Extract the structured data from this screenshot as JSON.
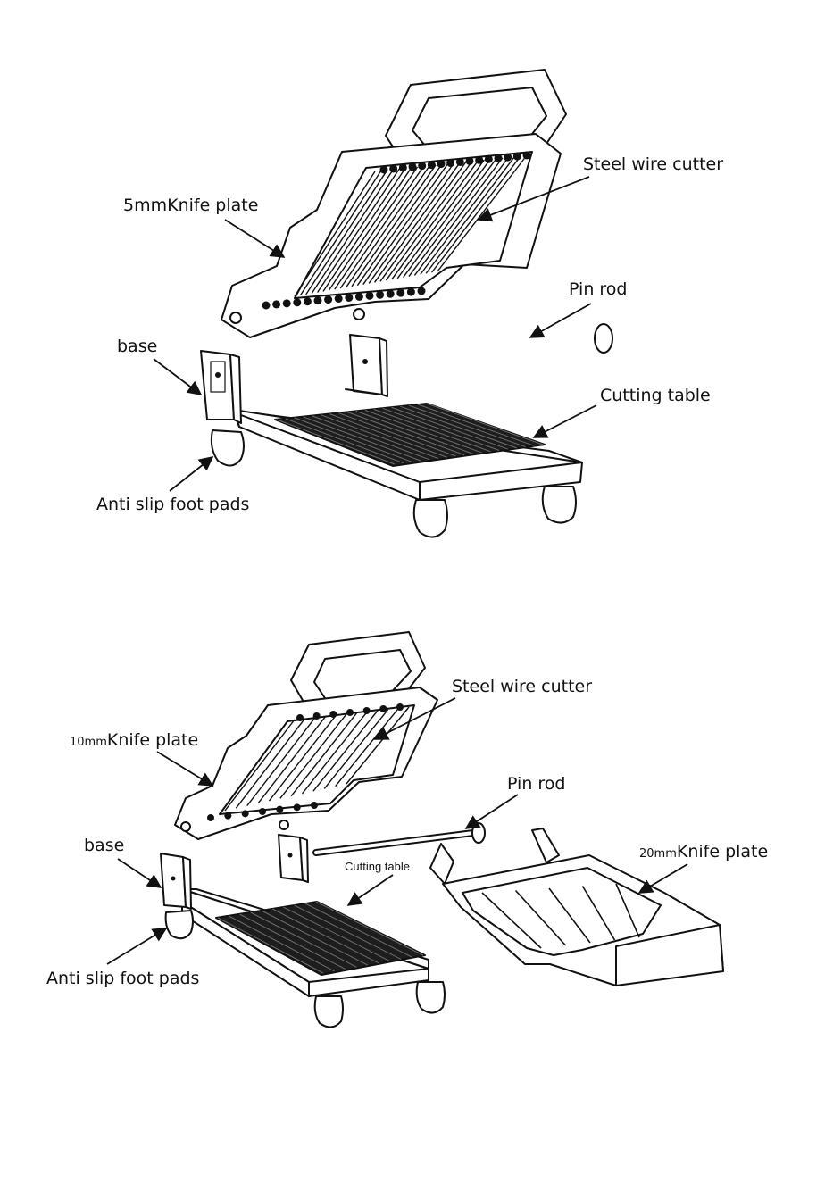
{
  "diagram_top": {
    "labels": {
      "knife_plate": "5mmKnife plate",
      "steel_wire_cutter": "Steel wire cutter",
      "pin_rod": "Pin rod",
      "base": "base",
      "cutting_table": "Cutting table",
      "foot_pads": "Anti slip foot pads"
    }
  },
  "diagram_bottom": {
    "labels": {
      "knife_plate_size": "10mm",
      "knife_plate_word": "Knife plate",
      "steel_wire_cutter": "Steel wire cutter",
      "pin_rod": "Pin rod",
      "base": "base",
      "cutting_table": "Cutting table",
      "foot_pads": "Anti slip foot pads",
      "extra_plate_size": "20mm",
      "extra_plate_word": "Knife plate"
    }
  }
}
